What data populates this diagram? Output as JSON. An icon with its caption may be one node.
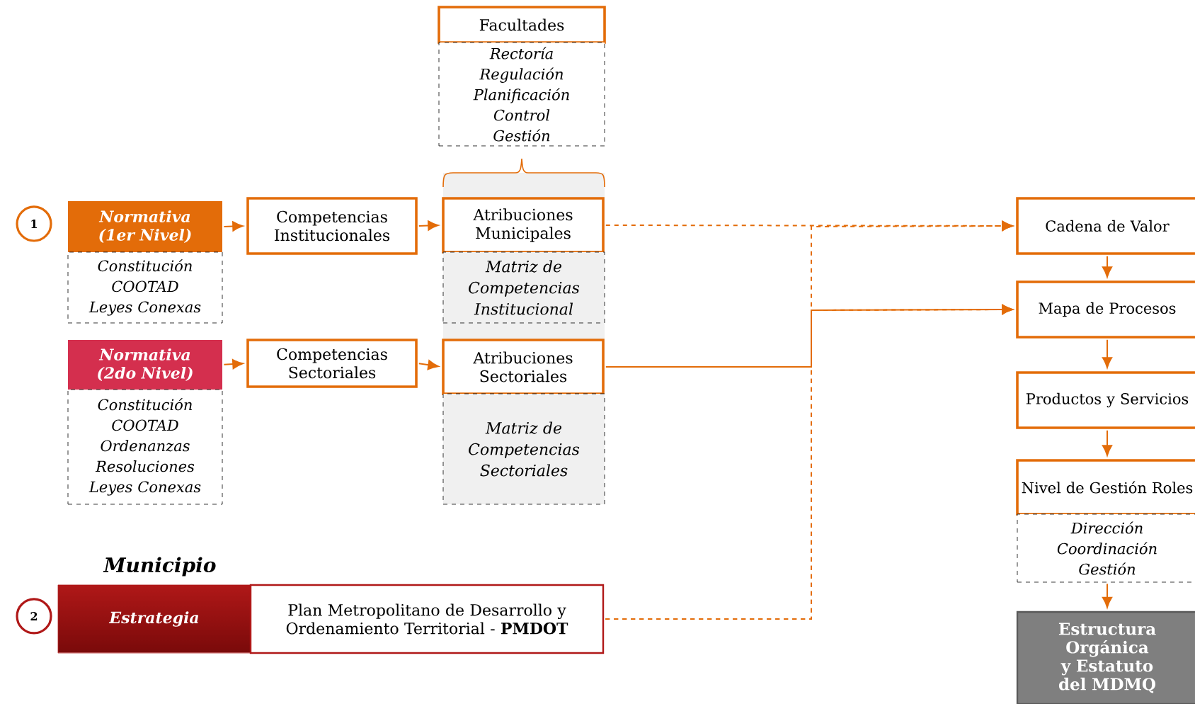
{
  "diagram": {
    "nodes": [
      {
        "text": [
          "1"
        ]
      },
      {
        "text": [
          "Normativa (1er Nivel)"
        ]
      },
      {
        "text": [
          "Constitución",
          "COOTAD",
          "Leyes Conexas"
        ]
      },
      {
        "text": [
          "Competencias Institucionales"
        ]
      },
      {
        "text": [
          "Facultades"
        ]
      },
      {
        "text": [
          "Rectoría",
          "Regulación",
          "Planificación",
          "Control",
          "Gestión"
        ]
      },
      {
        "text": [
          "Atribuciones Municipales"
        ]
      },
      {
        "text": [
          "Matriz de Competencias Institucional"
        ]
      },
      {
        "text": [
          "Normativa (2do Nivel)"
        ]
      },
      {
        "text": [
          "Constitución",
          "COOTAD",
          "Ordenanzas",
          "Resoluciones",
          "Leyes Conexas"
        ]
      },
      {
        "text": [
          "Competencias Sectoriales"
        ]
      },
      {
        "text": [
          "Atribuciones Sectoriales"
        ]
      },
      {
        "text": [
          "Matriz de Competencias Sectoriales"
        ]
      },
      {
        "text": [
          "2"
        ]
      },
      {
        "text": [
          "Estrategia"
        ]
      },
      {
        "text": [
          "Plan Metropolitano de Desarrollo y Ordenamiento Territorial - **PMDOT**"
        ]
      },
      {
        "text": [
          "Cadena de Valor"
        ]
      },
      {
        "text": [
          "Mapa de Procesos"
        ]
      },
      {
        "text": [
          "Productos y Servicios"
        ]
      },
      {
        "text": [
          "Nivel de Gestión Roles"
        ]
      },
      {
        "text": [
          "Dirección",
          "Coordinación",
          "Gestión"
        ]
      },
      {
        "text": [
          "Estructura Orgánica y Estatuto del MDMQ"
        ]
      }
    ],
    "edges": [
      {
        "from": 1,
        "to": 3,
        "arrow": "to"
      },
      {
        "from": 3,
        "to": 6,
        "arrow": "to"
      },
      {
        "from": 8,
        "to": 10,
        "arrow": "to"
      },
      {
        "from": 10,
        "to": 11,
        "arrow": "to"
      },
      {
        "from": 6,
        "to": 16,
        "arrow": "to",
        "style": "dashed"
      },
      {
        "from": 11,
        "to": 17,
        "arrow": "to"
      },
      {
        "from": 15,
        "to": 16,
        "arrow": "to",
        "style": "dashed"
      },
      {
        "from": 15,
        "to": 17,
        "arrow": "to",
        "style": "dashed"
      },
      {
        "from": 16,
        "to": 17,
        "arrow": "to"
      },
      {
        "from": 17,
        "to": 18,
        "arrow": "to"
      },
      {
        "from": 18,
        "to": 19,
        "arrow": "to"
      },
      {
        "from": 20,
        "to": 21,
        "arrow": "to"
      }
    ],
    "labels": [
      "Municipio"
    ]
  }
}
